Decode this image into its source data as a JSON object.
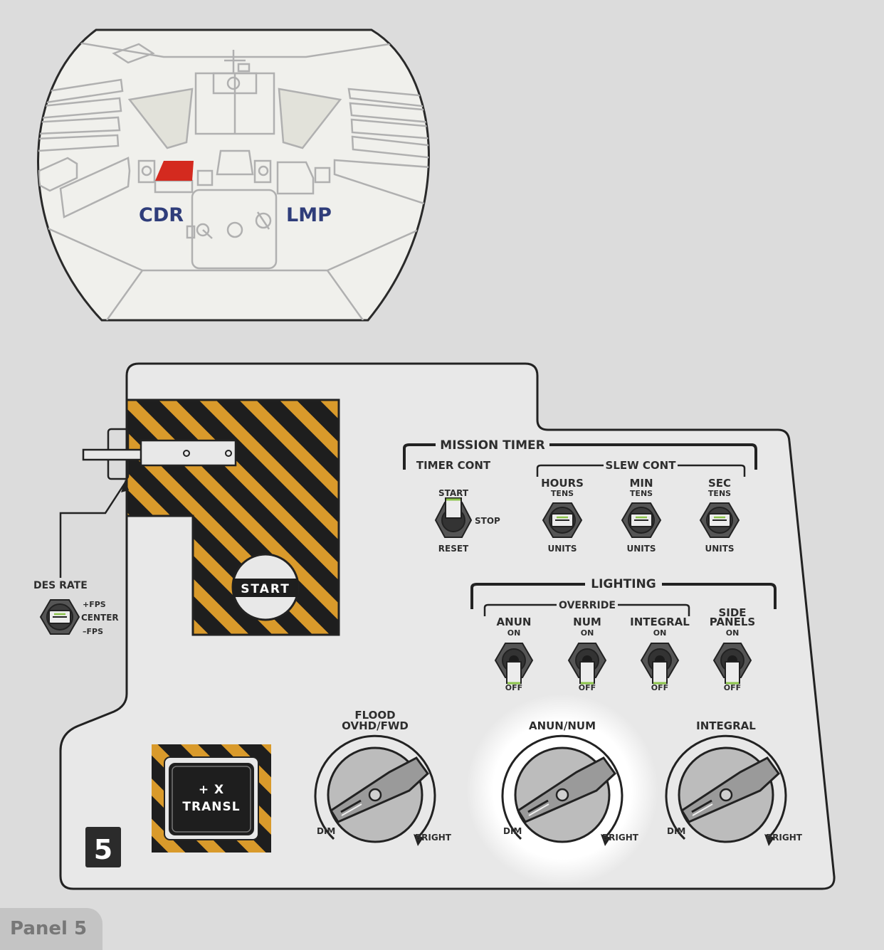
{
  "cabin": {
    "cdr_label": "CDR",
    "lmp_label": "LMP"
  },
  "panel": {
    "number": "5",
    "des_rate": {
      "title": "DES RATE",
      "pos_up": "+FPS",
      "pos_mid": "CENTER",
      "pos_down": "–FPS"
    },
    "start_button": "START",
    "mission_timer": {
      "title": "MISSION TIMER",
      "timer_cont": {
        "title": "TIMER CONT",
        "pos_up": "START",
        "pos_right": "STOP",
        "pos_down": "RESET"
      },
      "slew_cont": {
        "title": "SLEW CONT",
        "up": "TENS",
        "down": "UNITS",
        "hours": "HOURS",
        "min": "MIN",
        "sec": "SEC"
      }
    },
    "lighting": {
      "title": "LIGHTING",
      "override": "OVERRIDE",
      "on": "ON",
      "off": "OFF",
      "anun": "ANUN",
      "num": "NUM",
      "integral": "INTEGRAL",
      "side_1": "SIDE",
      "side_2": "PANELS"
    },
    "translation_button": {
      "line1": "+ X",
      "line2": "TRANSL"
    },
    "knobs": {
      "dim": "DIM",
      "bright": "BRIGHT",
      "flood_1": "FLOOD",
      "flood_2": "OVHD/FWD",
      "anun_num": "ANUN/NUM",
      "integral": "INTEGRAL"
    },
    "highlight": "ANUN/NUM"
  },
  "footer": {
    "tab_label": "Panel 5"
  },
  "colors": {
    "crew_label": "#2f3d7a",
    "hazard": "#d99a2b",
    "highlight_red": "#d42a1f",
    "indicator_green": "#8bc34a"
  }
}
